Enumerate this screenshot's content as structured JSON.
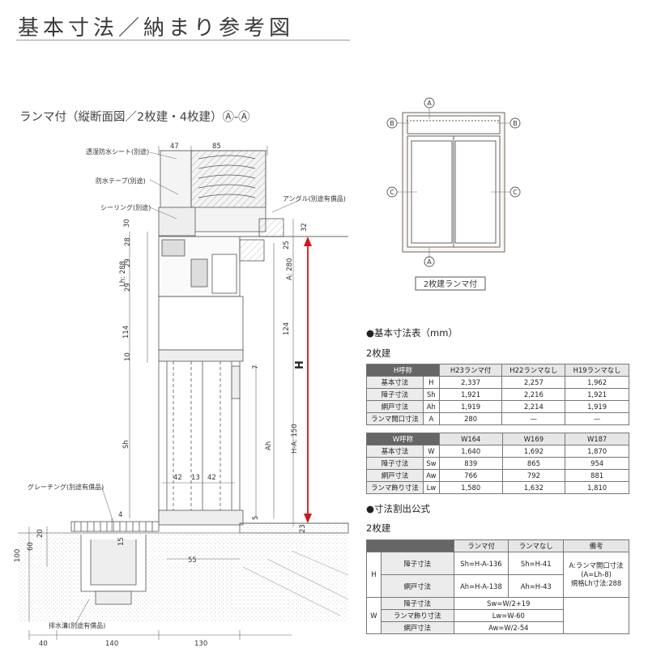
{
  "title": "基本寸法／納まり参考図",
  "section": {
    "title": "ランマ付（縦断面図／2枚建・4枚建）Ⓐ-Ⓐ"
  },
  "callouts": {
    "seal_sheet": "透湿防水シート(別途)",
    "tape": "防水テープ(別途)",
    "sealing": "シーリング(別途)",
    "angle": "アングル(別途有償品)",
    "grating": "グレーチング(別途有償品)",
    "drain": "排水溝(別途有償品)"
  },
  "dims": {
    "top47": "47",
    "top85": "85",
    "d30": "30",
    "d28": "28",
    "d29a": "29",
    "d29b": "29",
    "lh288": "Lh: 288",
    "d114": "114",
    "d10": "10",
    "sh": "Sh",
    "d4": "4",
    "d15": "15",
    "d20": "20",
    "d60": "60",
    "d100": "100",
    "d32": "32",
    "d25": "25",
    "a280": "A: 280",
    "d124": "124",
    "d7": "7",
    "ah": "Ah",
    "ha150": "H-A: 150",
    "d5": "5",
    "d23": "23",
    "d42a": "42",
    "d13": "13",
    "d42b": "42",
    "d55": "55",
    "b40": "40",
    "b140": "140",
    "b130": "130",
    "H": "H"
  },
  "elevation": {
    "A": "A",
    "B": "B",
    "C": "C",
    "caption": "2枚建ランマ付"
  },
  "table1": {
    "heading": "●基本寸法表（mm）",
    "sub": "2枚建",
    "head": [
      "H呼称",
      "H23ランマ付",
      "H22ランマなし",
      "H19ランマなし"
    ],
    "rows": [
      [
        "基本寸法",
        "H",
        "2,337",
        "2,257",
        "1,962"
      ],
      [
        "障子寸法",
        "Sh",
        "1,921",
        "2,216",
        "1,921"
      ],
      [
        "網戸寸法",
        "Ah",
        "1,919",
        "2,214",
        "1,919"
      ],
      [
        "ランマ開口寸法",
        "A",
        "280",
        "—",
        "—"
      ]
    ]
  },
  "table2": {
    "head": [
      "W呼称",
      "W164",
      "W169",
      "W187"
    ],
    "rows": [
      [
        "基本寸法",
        "W",
        "1,640",
        "1,692",
        "1,870"
      ],
      [
        "障子寸法",
        "Sw",
        "839",
        "865",
        "954"
      ],
      [
        "網戸寸法",
        "Aw",
        "766",
        "792",
        "881"
      ],
      [
        "ランマ飾り寸法",
        "Lw",
        "1,580",
        "1,632",
        "1,810"
      ]
    ]
  },
  "formula": {
    "heading": "●寸法割出公式",
    "sub": "2枚建",
    "head": [
      "ランマ付",
      "ランマなし",
      "備考"
    ],
    "H": "H",
    "W": "W",
    "rows_h": [
      [
        "障子寸法",
        "Sh=H-A-136",
        "Sh=H-41"
      ],
      [
        "網戸寸法",
        "Ah=H-A-138",
        "Ah=H-43"
      ]
    ],
    "note": [
      "A:ランマ開口寸法",
      "(A=Lh-8)",
      "規格Lh寸法:288"
    ],
    "rows_w": [
      [
        "障子寸法",
        "Sw=W/2+19"
      ],
      [
        "ランマ飾り寸法",
        "Lw=W-60"
      ],
      [
        "網戸寸法",
        "Aw=W/2-54"
      ]
    ]
  },
  "colors": {
    "red": "#d0161c",
    "line": "#444444",
    "header": "#666666"
  }
}
